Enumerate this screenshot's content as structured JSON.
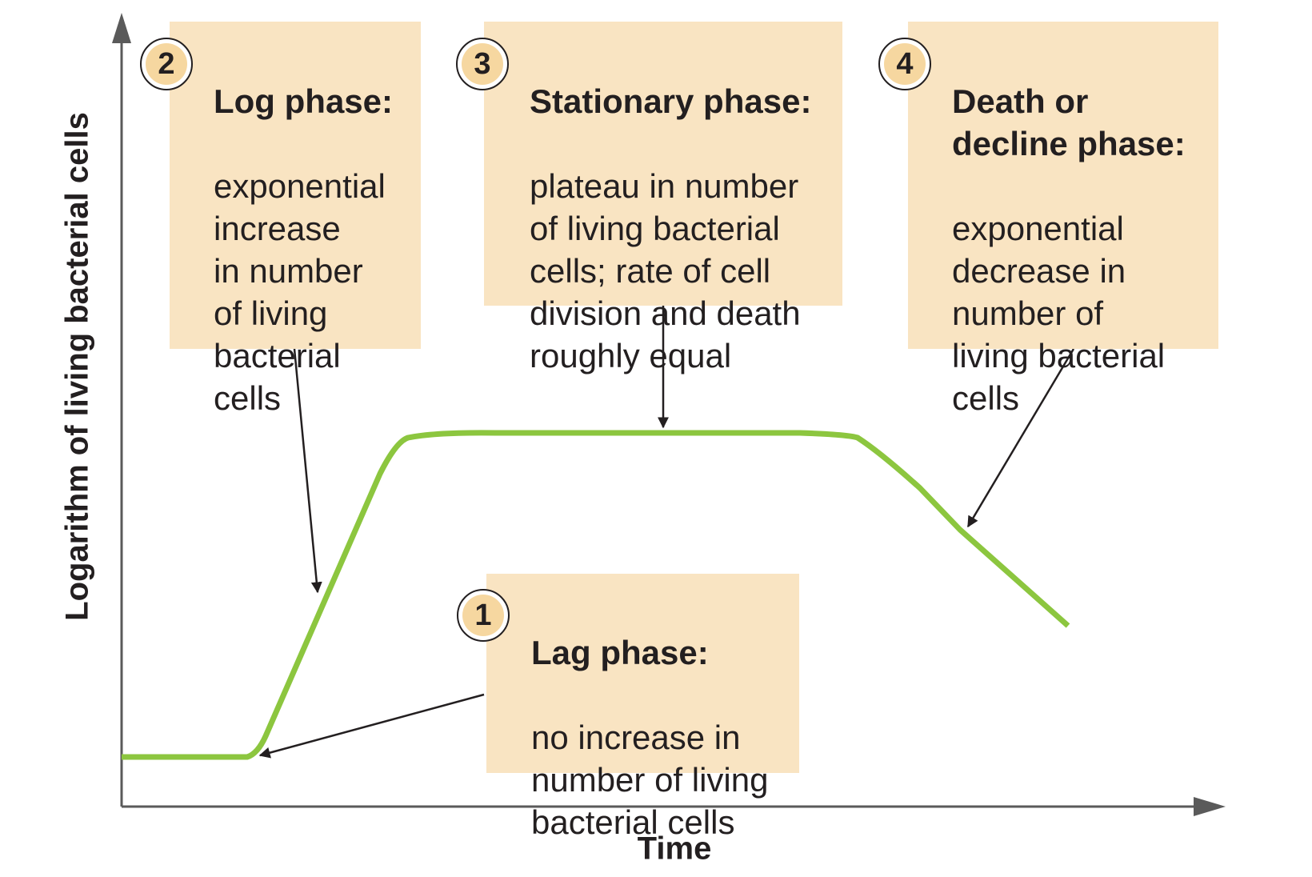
{
  "axes": {
    "y_label": "Logarithm of living bacterial cells",
    "x_label": "Time"
  },
  "phases": [
    {
      "number": "1",
      "title": "Lag phase:",
      "description": "no increase in\nnumber of living\nbacterial cells"
    },
    {
      "number": "2",
      "title": "Log phase:",
      "description": "exponential\nincrease\nin number\nof living\nbacterial\ncells"
    },
    {
      "number": "3",
      "title": "Stationary phase:",
      "description": "plateau in number\nof living bacterial\ncells; rate of cell\ndivision and death\nroughly equal"
    },
    {
      "number": "4",
      "title": "Death or\ndecline phase:",
      "description": "exponential\ndecrease in\nnumber of\nliving bacterial\ncells"
    }
  ],
  "colors": {
    "curve": "#8cc63f",
    "box_fill": "#f9e4c2",
    "badge_fill": "#f6d7a0",
    "axis": "#5a5a5a",
    "text": "#231f20"
  }
}
